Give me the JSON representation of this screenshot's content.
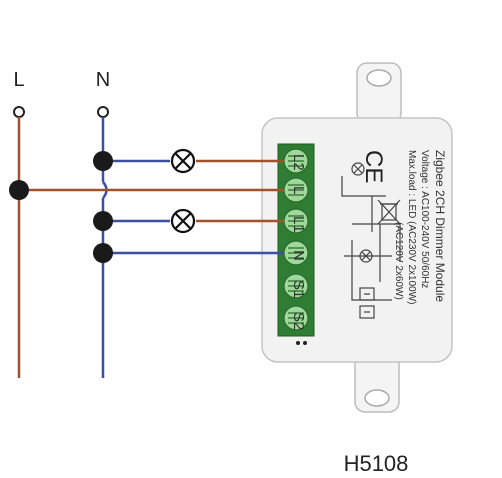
{
  "labels": {
    "line": "L",
    "neutral": "N",
    "model": "H5108"
  },
  "module": {
    "title": "Zigbee 2CH Dimmer Module",
    "voltage": "Voltage : AC100-240V 50/60Hz",
    "max_load": "Max.load : LED (AC230V 2x100W)",
    "max_load_alt": "(AC120V 2x60W)",
    "terminals": [
      "L2",
      "L",
      "L1",
      "N",
      "S1",
      "S2"
    ]
  },
  "colors": {
    "live_wire": "#a0522d",
    "neutral_wire": "#3c4fa0",
    "terminal_block": "#3a8a3a",
    "module_body": "#f2f2f2"
  }
}
